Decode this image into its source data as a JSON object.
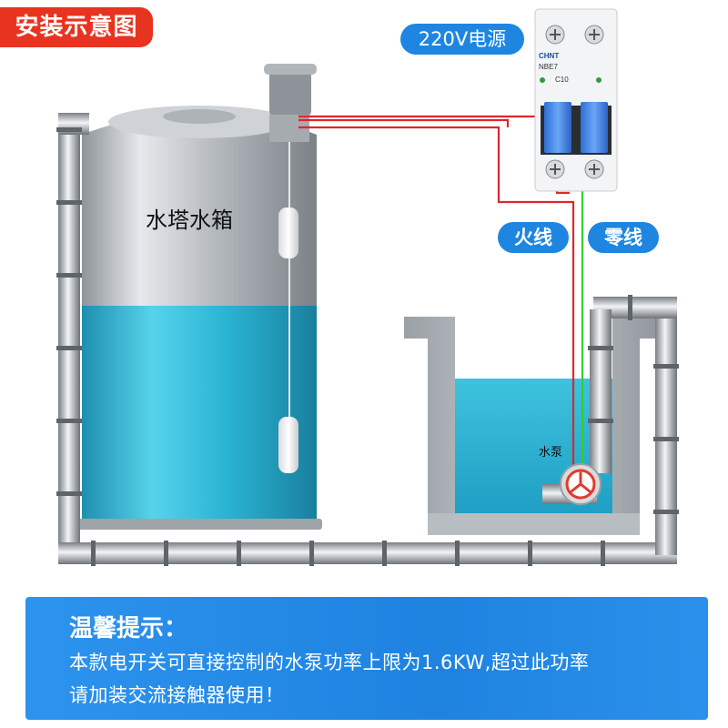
{
  "title_tag": "安装示意图",
  "power_label": "220V电源",
  "breaker": {
    "brand": "CHNT",
    "model": "NBE7",
    "rating": "C10"
  },
  "live_wire_label": "火线",
  "neutral_wire_label": "零线",
  "tank_label": "水塔水箱",
  "pump_label": "水泵",
  "tips": {
    "title": "温馨提示：",
    "line1": "本款电开关可直接控制的水泵功率上限为1.6KW,超过此功率",
    "line2": "请加装交流接触器使用！"
  },
  "colors": {
    "accent_red": "#e8331f",
    "accent_blue": "#1e86e0",
    "water": "#2db6d4",
    "live_wire": "#e0262b",
    "neutral_wire": "#33cc33"
  },
  "icons": [
    "float-switch-icon",
    "breaker-icon",
    "pump-icon"
  ]
}
